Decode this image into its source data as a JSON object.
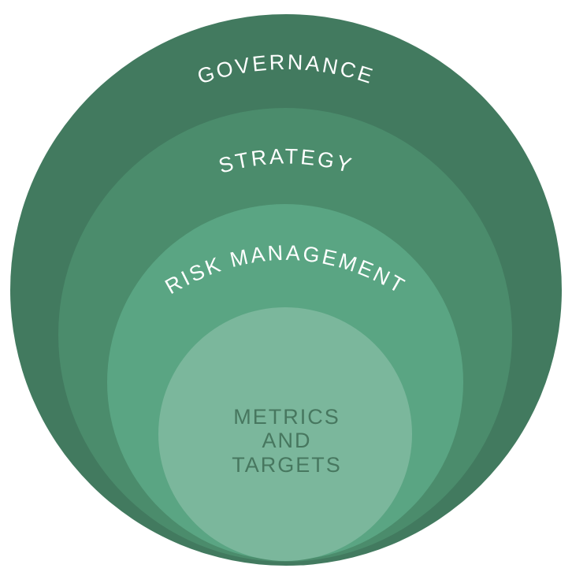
{
  "diagram": {
    "layers": [
      {
        "label": "GOVERNANCE",
        "color": "#427a5f"
      },
      {
        "label": "STRATEGY",
        "color": "#4b8c6c"
      },
      {
        "label": "RISK MANAGEMENT",
        "color": "#5aa583"
      },
      {
        "label_lines": [
          "METRICS",
          "AND",
          "TARGETS"
        ],
        "color": "#7bb79c",
        "text_color": "#47775f"
      }
    ]
  }
}
